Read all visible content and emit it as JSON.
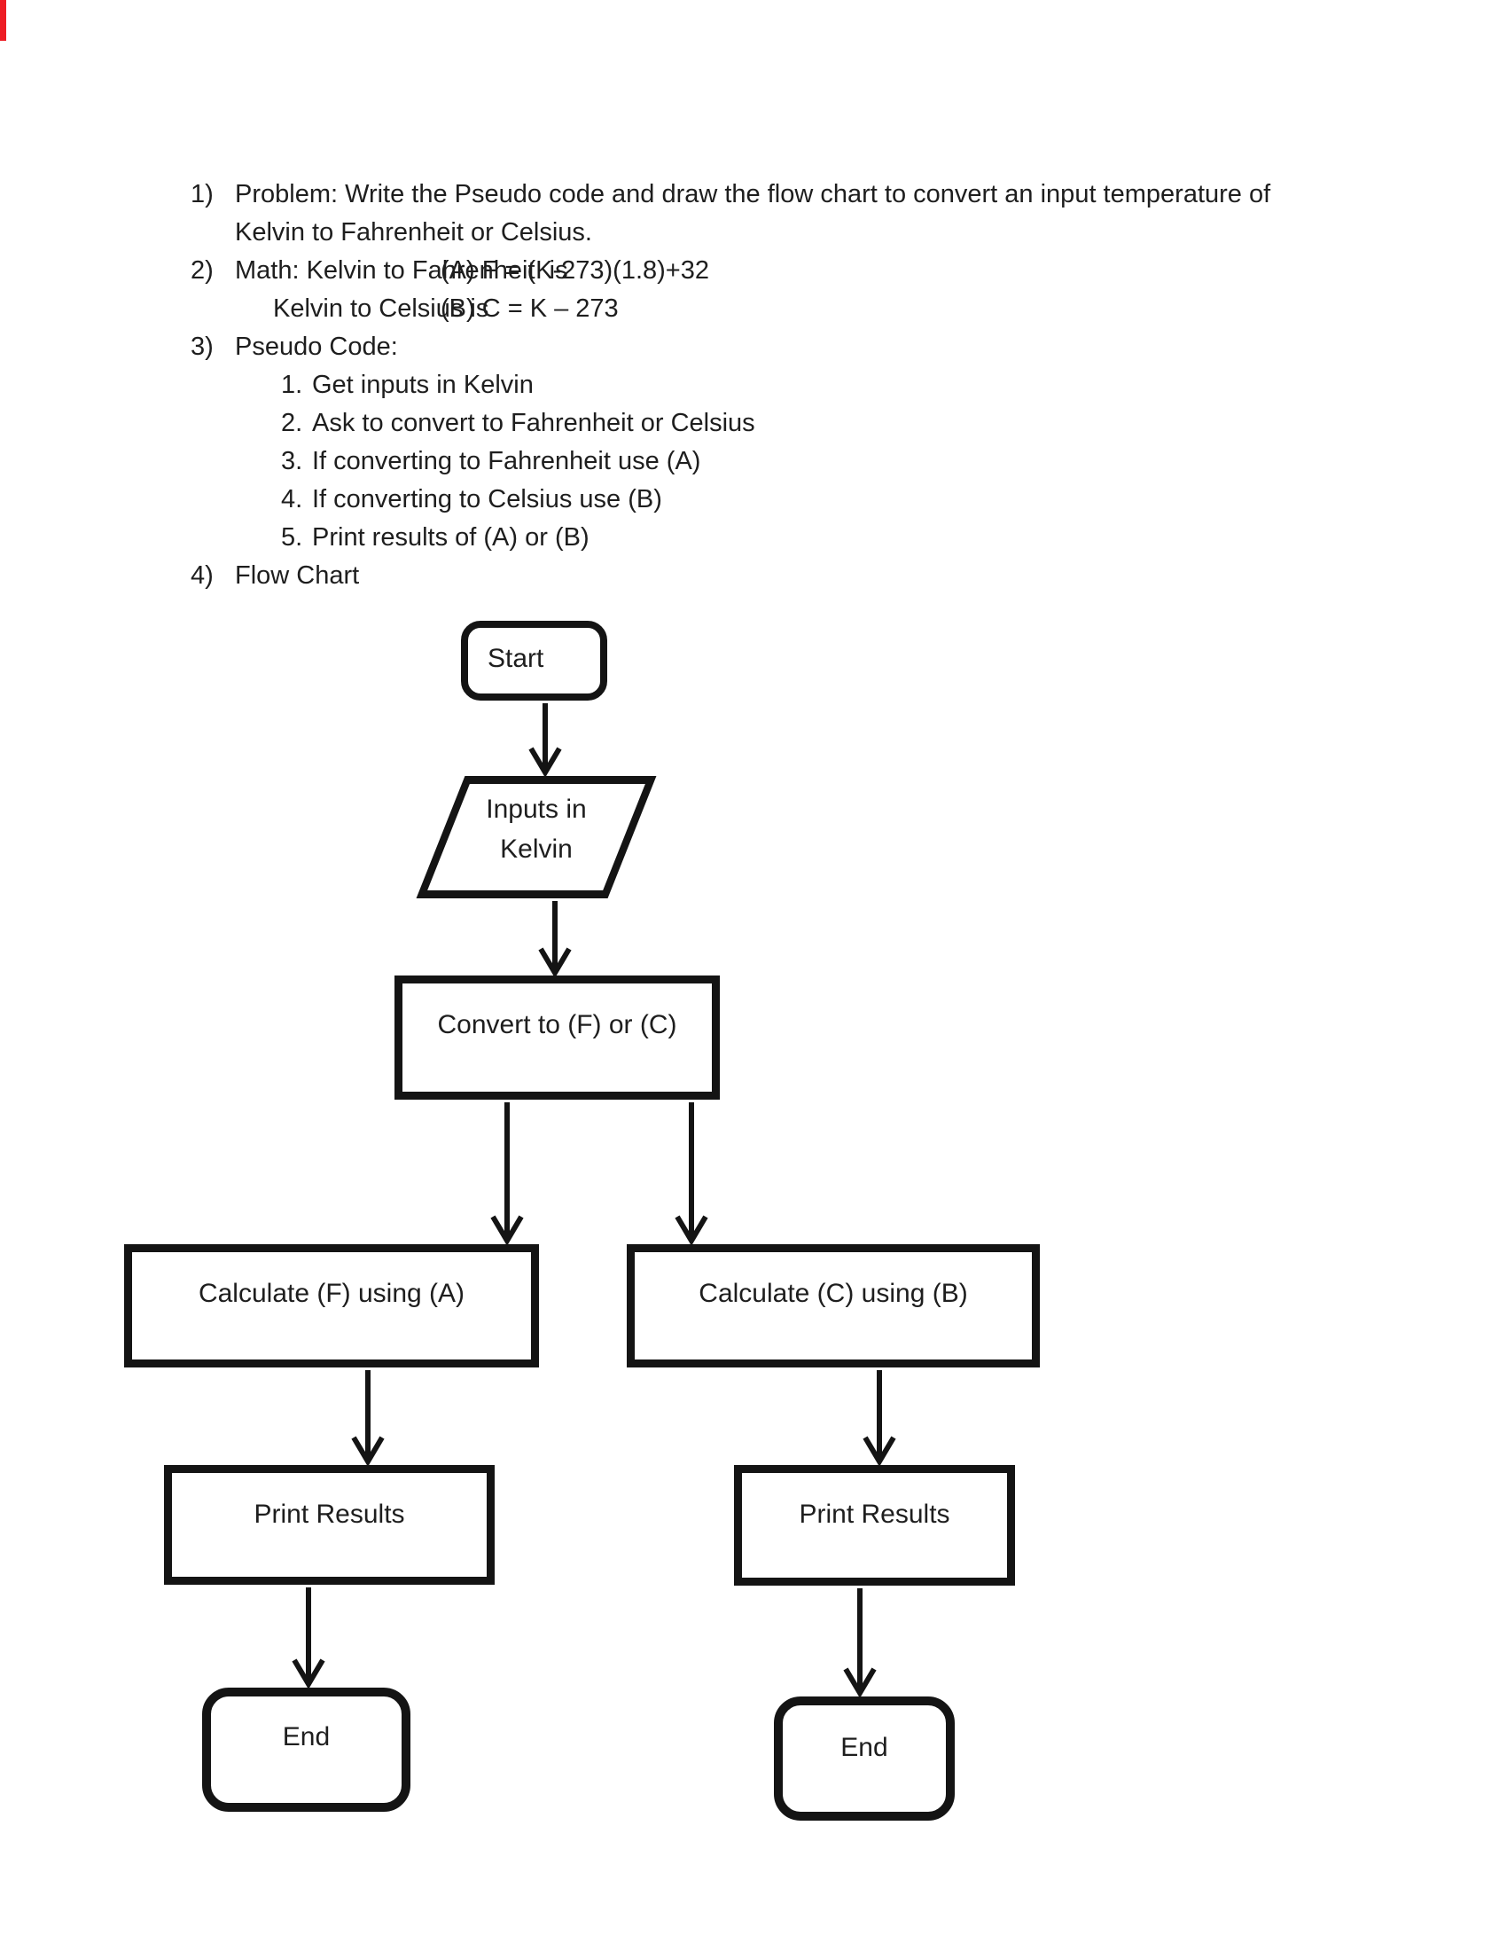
{
  "page": {
    "background": "#ffffff",
    "ink": "#1e1e1e",
    "corner_mark_color": "#ed1c24"
  },
  "problem_list": {
    "item1": {
      "marker": "1)",
      "line1": "Problem: Write the Pseudo code and draw the flow chart to convert an input temperature of",
      "line2": "Kelvin to Fahrenheit or Celsius."
    },
    "item2": {
      "marker": "2)",
      "label1": "Math: Kelvin to Fahrenheit  is",
      "formula_a": "(A) F = (K-273)(1.8)+32",
      "label2": "Kelvin to Celsius is",
      "formula_b": "(B) C = K – 273"
    },
    "item3": {
      "marker": "3)",
      "title": "Pseudo Code:",
      "steps": [
        {
          "num": "1.",
          "text": "Get inputs in Kelvin"
        },
        {
          "num": "2.",
          "text": "Ask to convert to Fahrenheit or Celsius"
        },
        {
          "num": "3.",
          "text": "If converting to Fahrenheit use (A)"
        },
        {
          "num": "4.",
          "text": "If converting to Celsius use (B)"
        },
        {
          "num": "5.",
          "text": "Print results of (A) or (B)"
        }
      ]
    },
    "item4": {
      "marker": "4)",
      "title": "Flow Chart"
    }
  },
  "flowchart": {
    "start": "Start",
    "input_line1": "Inputs in",
    "input_line2": "Kelvin",
    "convert": "Convert to (F) or (C)",
    "calculate_f": "Calculate (F) using (A)",
    "calculate_c": "Calculate (C) using (B)",
    "print_left": "Print Results",
    "print_right": "Print Results",
    "end_left": "End",
    "end_right": "End"
  }
}
